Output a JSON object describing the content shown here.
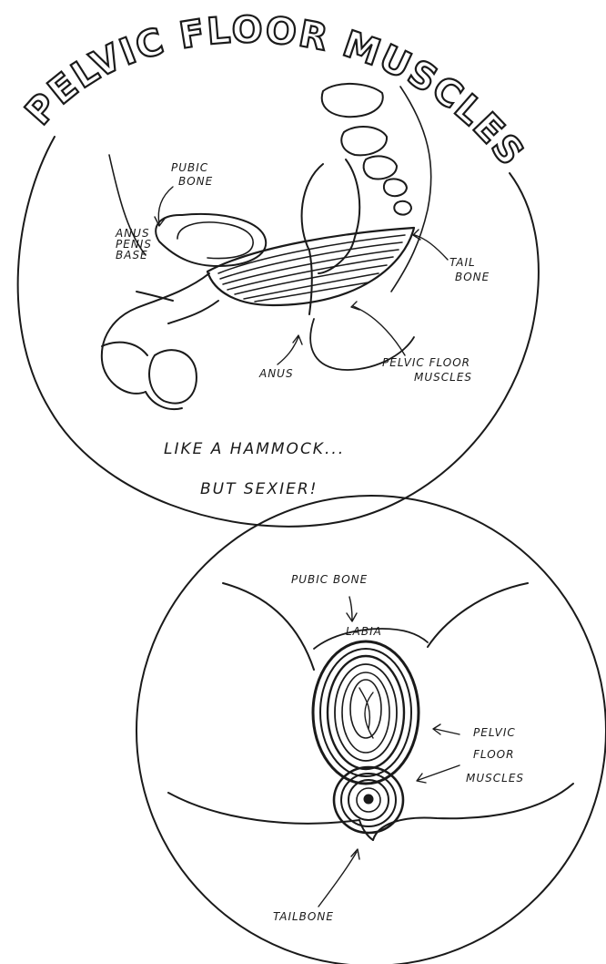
{
  "title": "PELVIC FLOOR MUSCLES",
  "side_view": {
    "labels": {
      "pubic_bone": [
        "PUBIC",
        "BONE"
      ],
      "small": [
        "ANUS",
        "PENIS",
        "BASE"
      ],
      "tail_bone": [
        "TAIL",
        "BONE"
      ],
      "anus": "ANUS",
      "pelvic_floor": [
        "PELVIC FLOOR",
        "MUSCLES"
      ]
    },
    "caption": [
      "LIKE A HAMMOCK...",
      "BUT SEXIER!"
    ]
  },
  "bottom_view": {
    "labels": {
      "pubic_bone": "PUBIC BONE",
      "pubic_small": "LABIA",
      "pelvic_floor": [
        "PELVIC",
        "FLOOR",
        "MUSCLES"
      ],
      "tail_bone": "TAILBONE"
    }
  },
  "colors": {
    "ink": "#1a1a1a",
    "paper": "#ffffff"
  }
}
